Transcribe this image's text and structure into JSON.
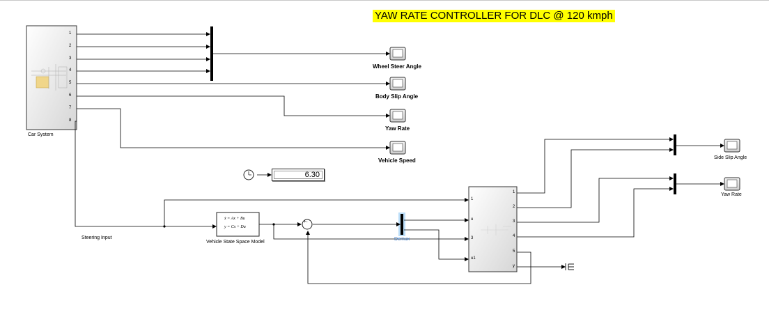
{
  "title": "YAW RATE CONTROLLER FOR DLC @ 120 kmph",
  "blocks": {
    "car_system": "Car System",
    "ss_model": "Vehicle State Space Model",
    "ss_eq1": "ẋ = Ax + Bu",
    "ss_eq2": "y = Cx + Du",
    "demux": "Demux",
    "display_value": "6.30",
    "sum_sign": "+-"
  },
  "scopes": {
    "wheel_steer": "Wheel Steer Angle",
    "body_slip": "Body Slip Angle",
    "yaw_rate": "Yaw Rate",
    "vehicle_speed": "Vehicle Speed",
    "side_slip": "Side Slip Angle",
    "yaw_rate_2": "Yaw Rate"
  },
  "signals": {
    "steering_input": "Steering Input"
  },
  "car_ports": [
    "1",
    "2",
    "3",
    "4",
    "5",
    "6",
    "7",
    "8"
  ],
  "controller_in_ports": [
    "1",
    "u",
    "3",
    "u1"
  ],
  "controller_out_ports": [
    "1",
    "2",
    "3",
    "4",
    "5",
    "y"
  ]
}
